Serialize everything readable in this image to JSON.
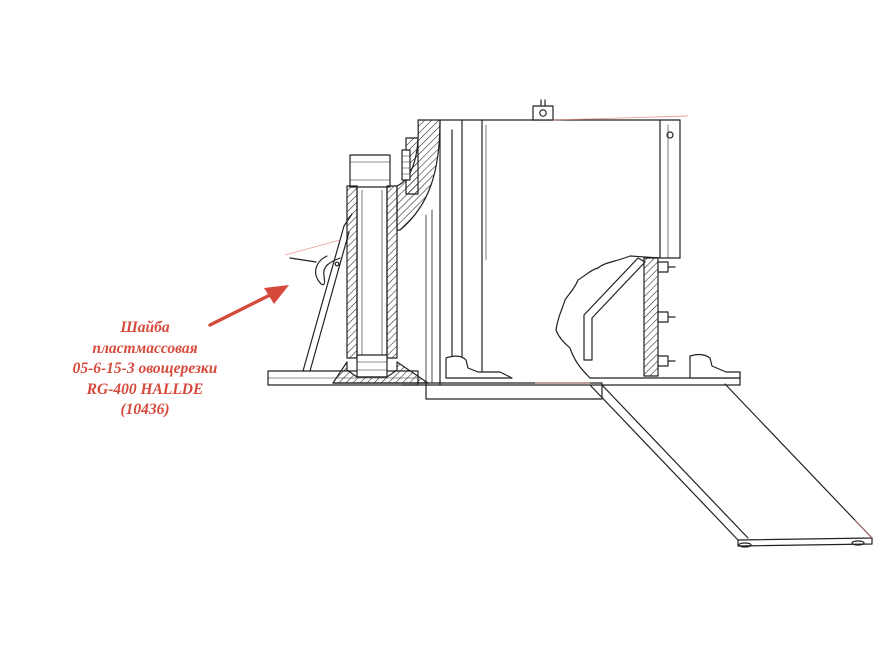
{
  "callout": {
    "lines": [
      "Шайба",
      "пластмассовая",
      "05-6-15-3 овощерезки",
      "RG-400 HALLDE",
      "(10436)"
    ]
  },
  "colors": {
    "line": "#222222",
    "accent": "#d64a3c",
    "faint_red": "#e08a85"
  },
  "icons": {
    "arrow": "red-arrow-icon"
  }
}
